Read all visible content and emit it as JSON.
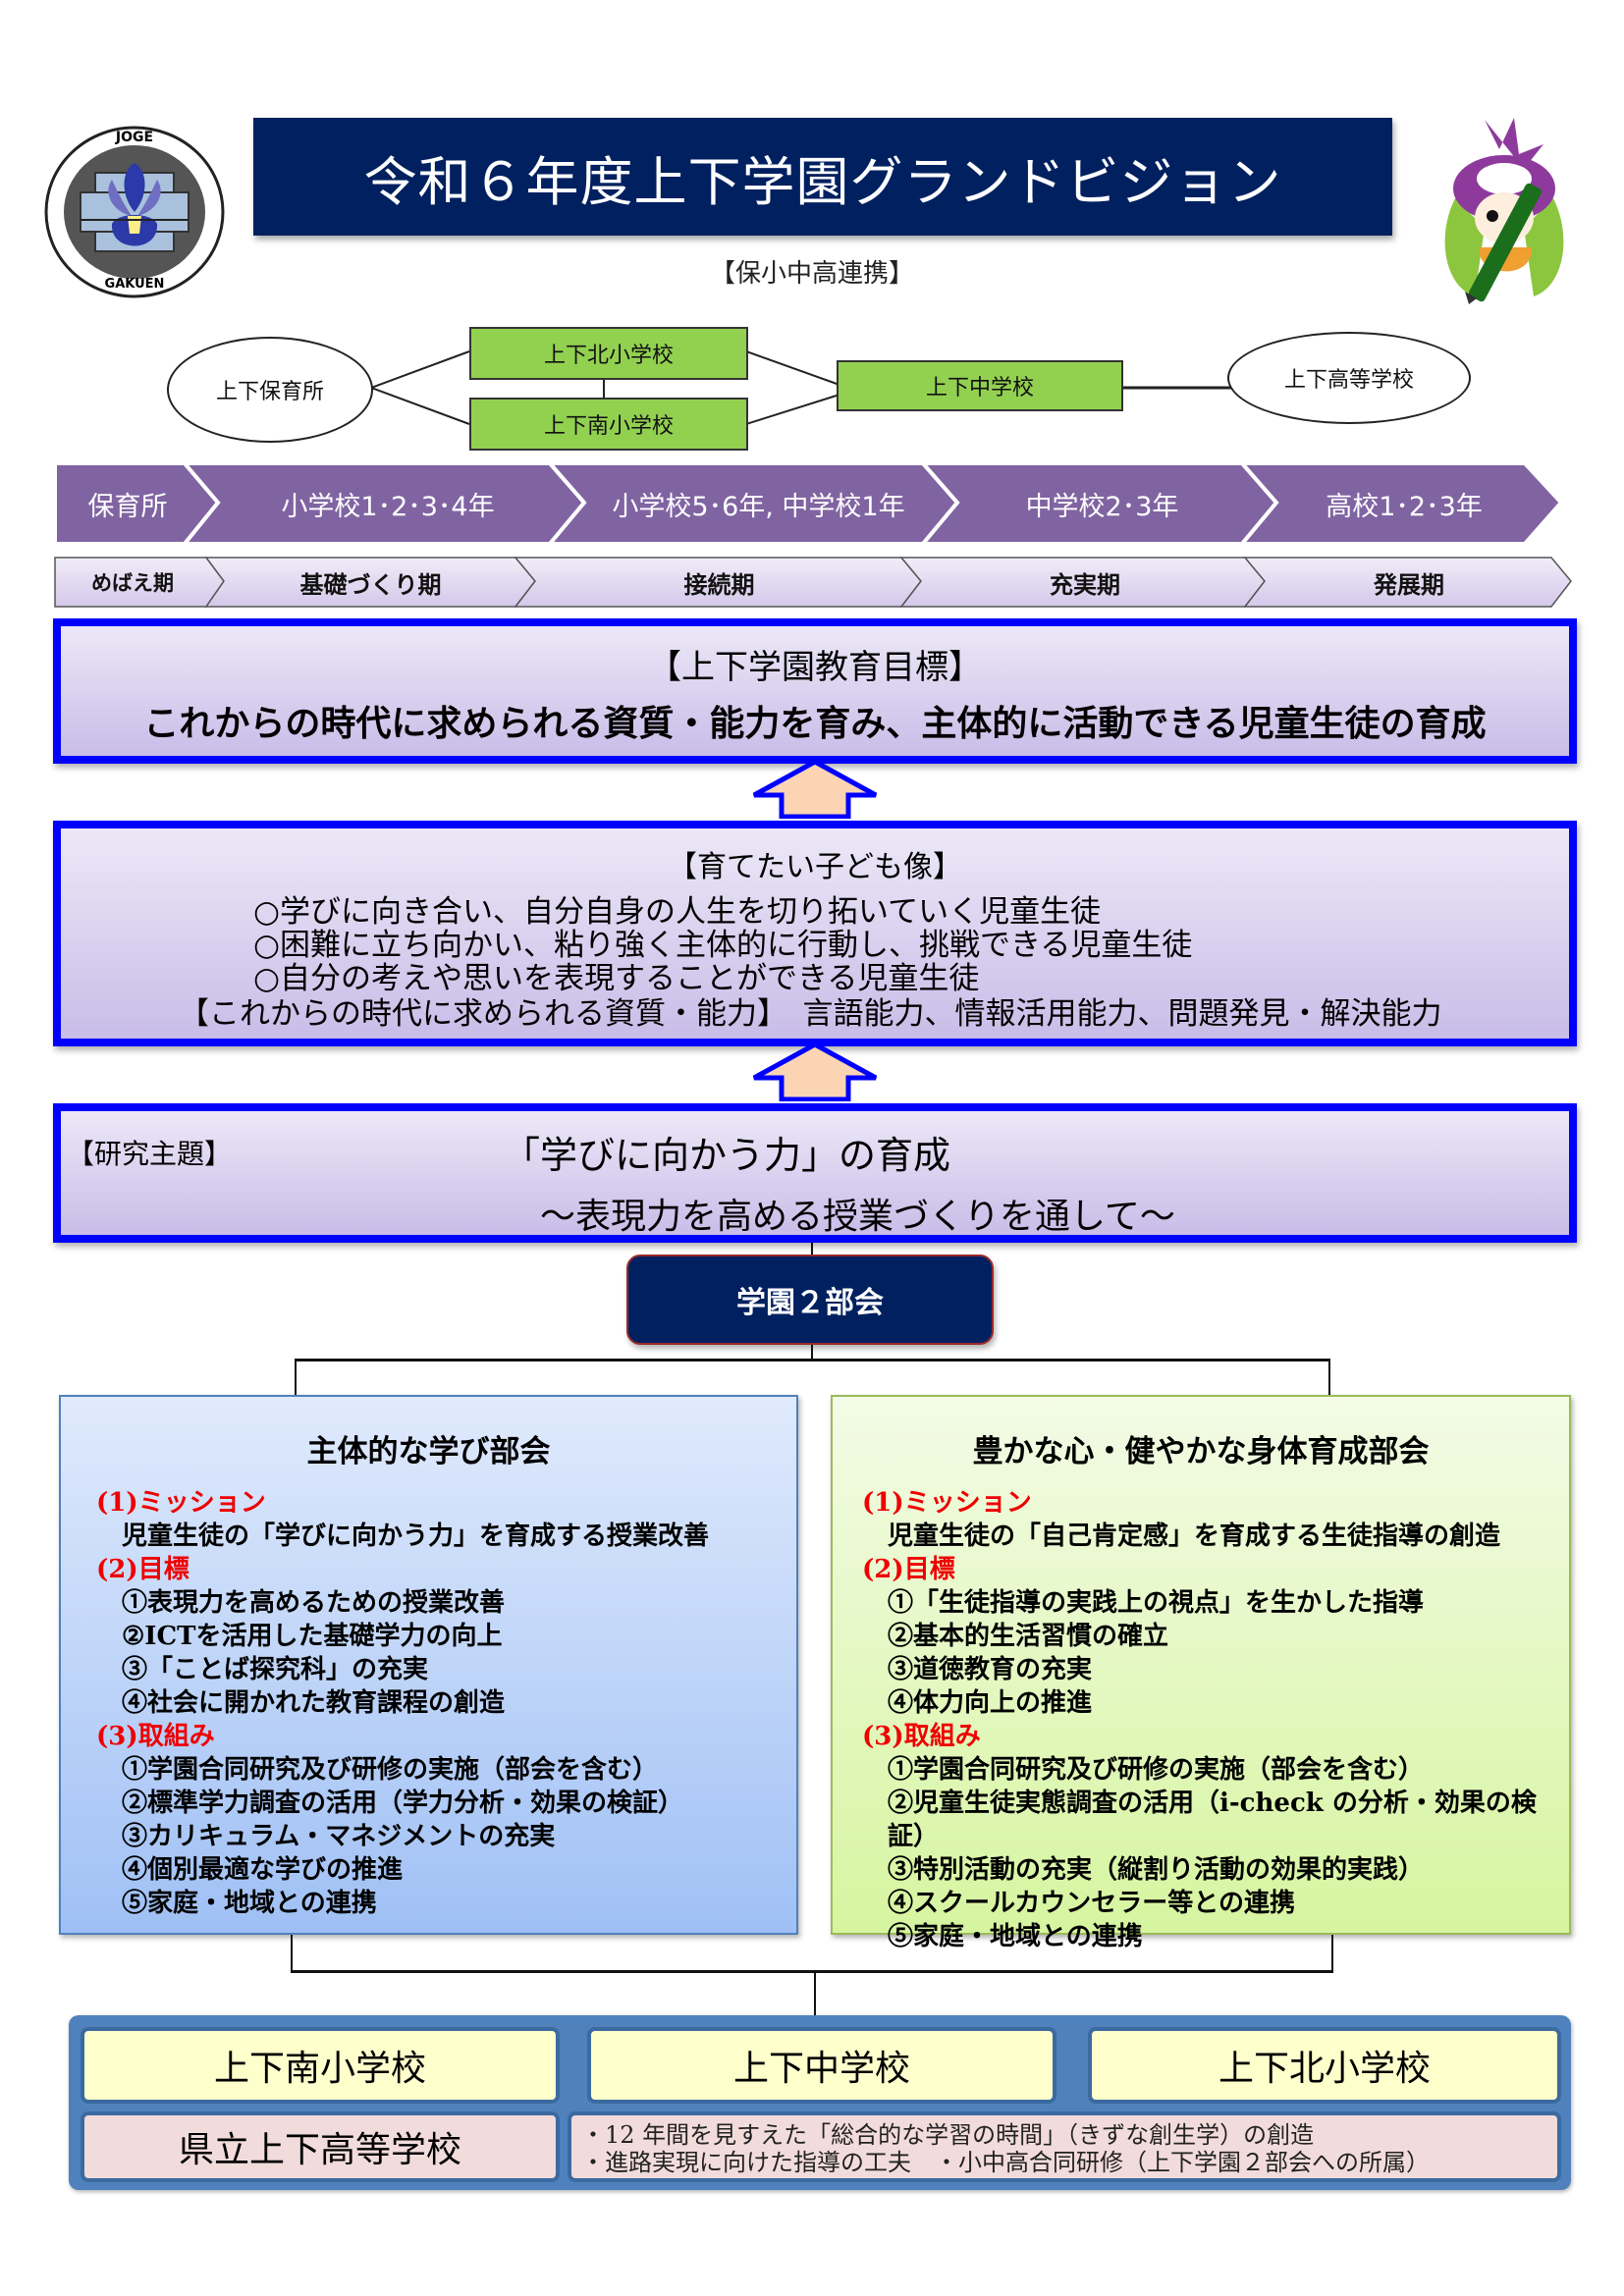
{
  "header": {
    "title": "令和６年度上下学園グランドビジョン",
    "subtitle": "【保小中高連携】",
    "logo": {
      "icon": "iris-school-emblem-icon",
      "top_text": "JOGE",
      "bottom_text": "GAKUEN"
    },
    "mascot_icon": "iris-mascot-icon"
  },
  "network": {
    "nursery": "上下保育所",
    "north_elementary": "上下北小学校",
    "south_elementary": "上下南小学校",
    "junior_high": "上下中学校",
    "high_school": "上下高等学校"
  },
  "stages": [
    {
      "label": "保育所",
      "period": "めばえ期"
    },
    {
      "label": "小学校1･2･3･4年",
      "period": "基礎づくり期"
    },
    {
      "label": "小学校5･6年, 中学校1年",
      "period": "接続期"
    },
    {
      "label": "中学校2･3年",
      "period": "充実期"
    },
    {
      "label": "高校1･2･3年",
      "period": "発展期"
    }
  ],
  "education_goal": {
    "heading": "【上下学園教育目標】",
    "text": "これからの時代に求められる資質・能力を育み、主体的に活動できる児童生徒の育成"
  },
  "ideal_child": {
    "heading": "【育てたい子ども像】",
    "items": [
      "○学びに向き合い、自分自身の人生を切り拓いていく児童生徒",
      "○困難に立ち向かい、粘り強く主体的に行動し、挑戦できる児童生徒",
      "○自分の考えや思いを表現することができる児童生徒"
    ],
    "competencies": "【これからの時代に求められる資質・能力】　言語能力、情報活用能力、問題発見・解決能力"
  },
  "research_theme": {
    "label": "【研究主題】",
    "main": "「学びに向かう力」の育成",
    "sub": "～表現力を高める授業づくりを通して～"
  },
  "divisions_header": "学園２部会",
  "divisions": [
    {
      "title": "主体的な学び部会",
      "mission_heading": "(1)ミッション",
      "mission": "児童生徒の「学びに向かう力」を育成する授業改善",
      "goals_heading": "(2)目標",
      "goals": [
        "①表現力を高めるための授業改善",
        "②ICTを活用した基礎学力の向上",
        "③「ことば探究科」の充実",
        "④社会に開かれた教育課程の創造"
      ],
      "actions_heading": "(3)取組み",
      "actions": [
        "①学園合同研究及び研修の実施（部会を含む）",
        "②標準学力調査の活用（学力分析・効果の検証）",
        "③カリキュラム・マネジメントの充実",
        "④個別最適な学びの推進",
        "⑤家庭・地域との連携"
      ]
    },
    {
      "title": "豊かな心・健やかな身体育成部会",
      "mission_heading": "(1)ミッション",
      "mission": "児童生徒の「自己肯定感」を育成する生徒指導の創造",
      "goals_heading": "(2)目標",
      "goals": [
        "①「生徒指導の実践上の視点」を生かした指導",
        "②基本的生活習慣の確立",
        "③道徳教育の充実",
        "④体力向上の推進"
      ],
      "actions_heading": "(3)取組み",
      "actions": [
        "①学園合同研究及び研修の実施（部会を含む）",
        "②児童生徒実態調査の活用（i-check の分析・効果の検証）",
        "③特別活動の充実（縦割り活動の効果的実践）",
        "④スクールカウンセラー等との連携",
        "⑤家庭・地域との連携"
      ]
    }
  ],
  "schools": {
    "south_elementary": "上下南小学校",
    "junior_high": "上下中学校",
    "north_elementary": "上下北小学校",
    "prefectural_high": "県立上下高等学校",
    "high_school_notes": [
      "・12 年間を見すえた「総合的な学習の時間」（きずな創生学）の創造",
      "・進路実現に向けた指導の工夫　・小中高合同研修（上下学園２部会への所属）"
    ]
  },
  "colors": {
    "banner": "#002060",
    "stage_purple": "#8064a2",
    "goal_border": "#0000ff",
    "arrow_fill": "#fbd4b4",
    "accent_red": "#ee0000",
    "school_green": "#92d050",
    "panel_blue": "#4f81bd"
  }
}
